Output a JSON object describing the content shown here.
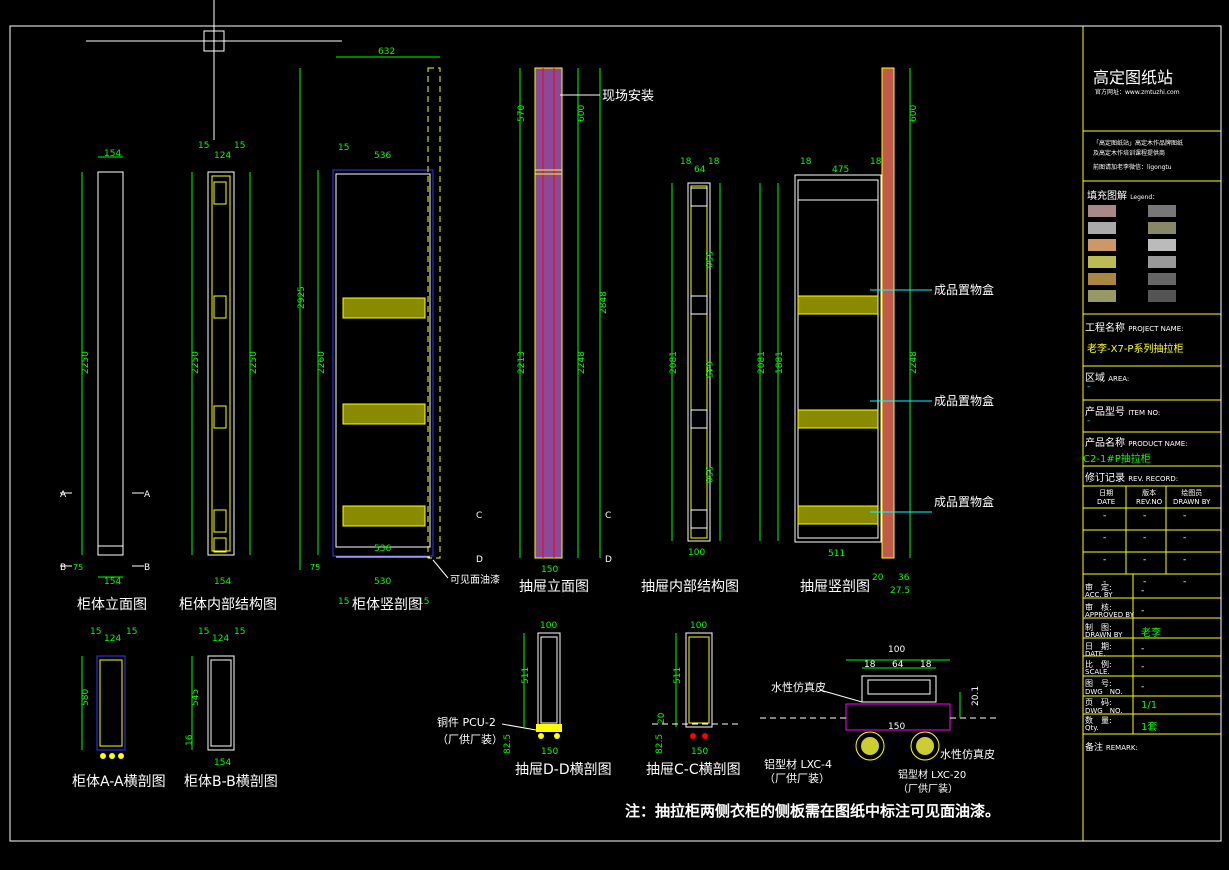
{
  "title_block": {
    "brand": "高定图纸站",
    "brand_url": "官方网址：www.zmtuzhi.com",
    "notice_line1": "「高定图纸站」高定木作品牌图纸",
    "notice_line2": "及高定木作培训课程提供商",
    "notice_line3": "前图请加老李微信：ligongtu",
    "legend_label": "填充图解",
    "legend_label_en": "Legend：",
    "project_label": "工程名称",
    "project_label_en": "PROJECT NAME:",
    "project_value": "老李-X7-P系列抽拉柜",
    "area_label": "区域",
    "area_label_en": "AREA:",
    "area_value": "-",
    "item_label": "产品型号",
    "item_label_en": "ITEM NO:",
    "item_value": "-",
    "product_label": "产品名称",
    "product_label_en": "PRODUCT NAME:",
    "product_value": "C2-1#P抽拉柜",
    "rev_label": "修订记录",
    "rev_label_en": "REV. RECORD:",
    "rev_cols": [
      "日期\nDATE",
      "版本\nREV.NO",
      "绘图员\nDRAWN BY"
    ],
    "rev_rows": [
      [
        "-",
        "-",
        "-"
      ],
      [
        "-",
        "-",
        "-"
      ],
      [
        "-",
        "-",
        "-"
      ],
      [
        "-",
        "-",
        "-"
      ]
    ],
    "acc_label": "审　定:",
    "acc_en": "ACC. BY",
    "acc_value": "-",
    "approve_label": "审　核:",
    "approve_en": "APPROVED BY",
    "approve_value": "-",
    "drawn_label": "制　图:",
    "drawn_en": "DRAWN BY",
    "drawn_value": "老李",
    "date_label": "日　期:",
    "date_en": "DATE.",
    "date_value": "-",
    "scale_label": "比　例:",
    "scale_en": "SCALE.",
    "scale_value": "-",
    "dwg_label": "图　号:",
    "dwg_en": "DWG　NO.",
    "dwg_value": "-",
    "page_label": "页　码:",
    "page_en": "DWG　NO.",
    "page_value": "1/1",
    "qty_label": "数　量:",
    "qty_en": "Qty.",
    "qty_value": "1套",
    "remark_label": "备注",
    "remark_en": "REMARK:"
  },
  "views": {
    "v1": "柜体立面图",
    "v2": "柜体内部结构图",
    "v3": "柜体竖剖图",
    "v4": "抽屉立面图",
    "v5": "抽屉内部结构图",
    "v6": "抽屉竖剖图",
    "v7": "柜体A-A横剖图",
    "v8": "柜体B-B横剖图",
    "v9": "抽屉D-D横剖图",
    "v10": "抽屉C-C横剖图"
  },
  "notes": {
    "site_install": "现场安装",
    "visible_paint": "可见面油漆",
    "finished_box": "成品置物盒",
    "copper": "铜件 PCU-2",
    "factory": "（厂供厂装）",
    "water_leather": "水性仿真皮",
    "alu_lxc4": "铝型材 LXC-4",
    "alu_lxc20": "铝型材 LXC-20",
    "main_note": "注：抽拉柜两侧衣柜的侧板需在图纸中标注可见面油漆。"
  },
  "dims": {
    "d154": "154",
    "d124": "124",
    "d15": "15",
    "d632": "632",
    "d536": "536",
    "d2250": "2250",
    "d2925": "2925",
    "d2260": "2260",
    "d75": "75",
    "d18": "18",
    "d530": "530",
    "d570": "570",
    "d600": "600",
    "d2213": "2213",
    "d2248": "2248",
    "d2848": "2848",
    "d150": "150",
    "d64": "64",
    "d100": "100",
    "d2081": "2081",
    "d550": "550",
    "d645": "645",
    "d475": "475",
    "d1881": "1881",
    "d511": "511",
    "d20": "20",
    "d36": "36",
    "d275": "27.5",
    "d580": "580",
    "d545": "545",
    "d825": "82.5",
    "d201": "20.1",
    "d16": "16"
  },
  "section_marks": {
    "a": "A",
    "b": "B",
    "c": "C",
    "d": "D"
  },
  "colors": {
    "frame": "#ffffff",
    "dim": "#00ff00",
    "yellow": "#ffff00",
    "cyan": "#00ffff",
    "pink": "#d67ad6",
    "red": "#ff0000",
    "blue": "#3a3aff"
  }
}
